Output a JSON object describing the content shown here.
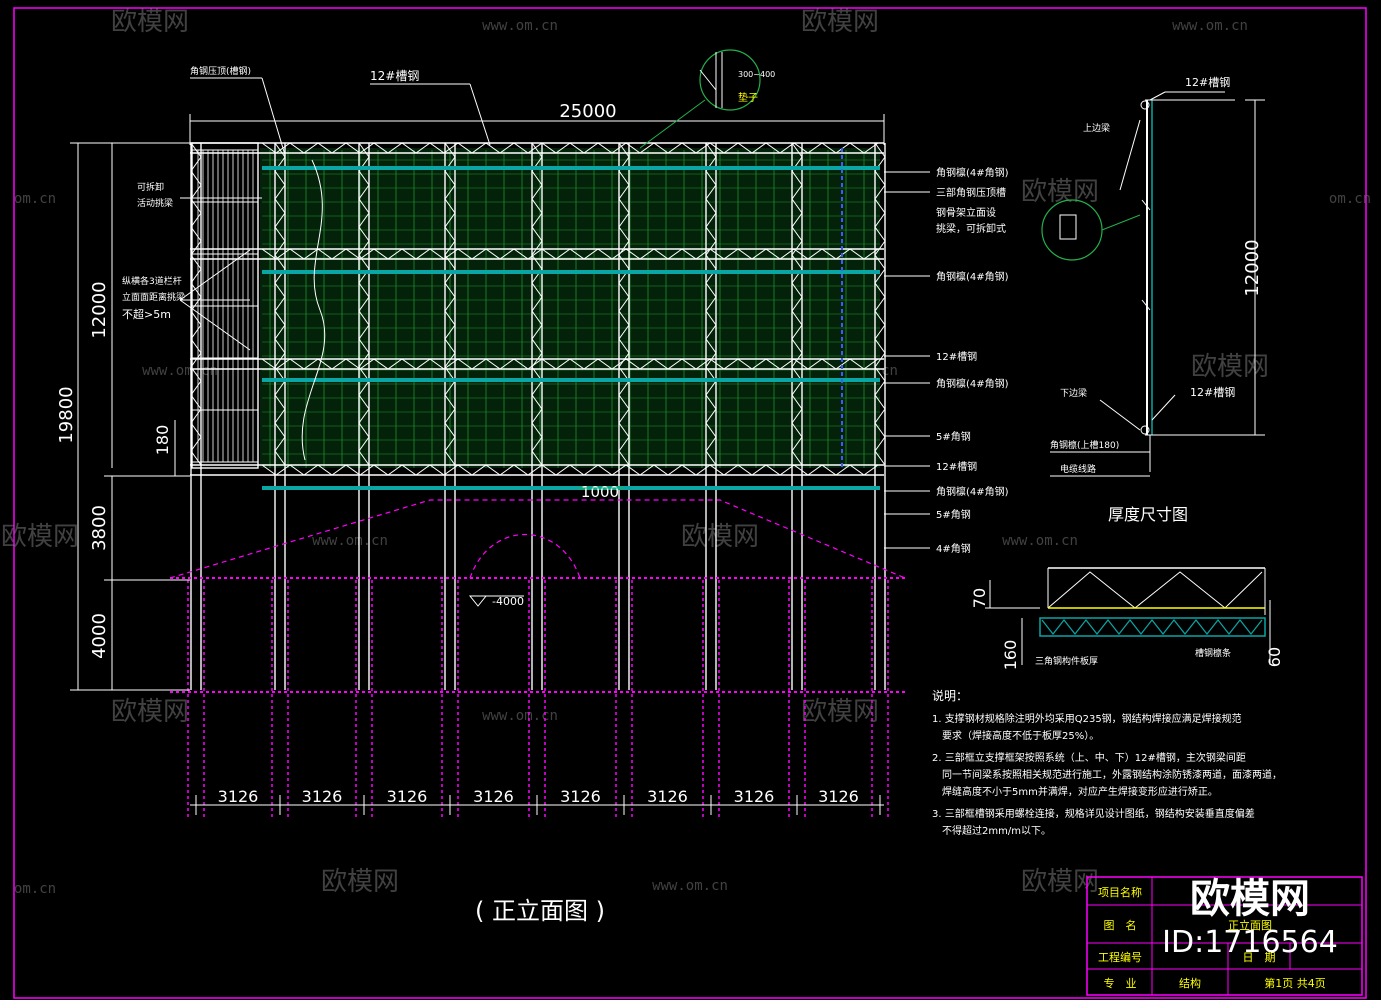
{
  "drawing": {
    "overall_width": "25000",
    "overall_height": "19800",
    "board_height": "12000",
    "dim_180": "180",
    "dim_3800": "3800",
    "dim_4000": "4000",
    "column_spacing": [
      "3126",
      "3126",
      "3126",
      "3126",
      "3126",
      "3126",
      "3126",
      "3126"
    ],
    "mid_dim": "1000",
    "level_mark": "-4000",
    "main_title": "( 正立面图 )",
    "top_beam_label": "12#槽钢",
    "top_left_label": "角钢压顶(槽钢)",
    "circle_detail_labels": [
      "300~400",
      "垫子"
    ],
    "left_notes": [
      "可拆卸",
      "活动挑梁",
      "纵横各3道栏杆",
      "立面面距离挑梁",
      "不超>5m"
    ],
    "right_labels": [
      "角钢檩(4#角钢)",
      "三部角钢压顶槽",
      "钢骨架立面设",
      "挑梁，可拆卸式",
      "角钢檩(4#角钢)",
      "12#槽钢",
      "角钢檩(4#角钢)",
      "5#角钢",
      "12#槽钢",
      "角钢檩(4#角钢)",
      "5#角钢",
      "4#角钢"
    ]
  },
  "side_view": {
    "title": "厚度尺寸图",
    "height_dim": "12000",
    "labels": [
      "12#槽钢",
      "上边梁",
      "下边梁",
      "12#槽钢",
      "角钢檩(上槽180)",
      "电缆线路"
    ]
  },
  "section_view": {
    "dims": [
      "70",
      "160",
      "60"
    ],
    "labels": [
      "三角钢构件板厚",
      "槽钢檩条"
    ]
  },
  "notes": {
    "heading": "说明：",
    "items": [
      "1. 支撑钢材规格除注明外均采用Q235钢，钢结构焊接应满足焊接规范要求（焊接高度不低于板厚25%）。",
      "2. 三部框立支撑框架按照系统（上、中、下）12#槽钢，主次钢梁间距同一节间梁系按照相关规范进行施工，外露钢结构涂防锈漆两道，面漆两道，焊缝高度不小于5mm并满焊，对应产生焊接变形应进行矫正。",
      "3. 三部框槽钢采用螺栓连接，规格详见设计图纸，钢结构安装垂直度偏差不得超过2mm/m以下。"
    ]
  },
  "title_block": {
    "rows": [
      [
        "项目名称",
        ""
      ],
      [
        "图　名",
        "正立面图"
      ],
      [
        "工程编号",
        "",
        "日　期",
        ""
      ],
      [
        "专　业",
        "结构",
        "第1页 共4页"
      ]
    ]
  },
  "overlay": {
    "brand": "欧模网",
    "id_text": "ID:1716564",
    "domain": "www.om.cn",
    "domain_short": "om.cn"
  },
  "colors": {
    "frame": "#ffffff",
    "teal": "#0aa6a6",
    "green": "#22b14c",
    "yellow": "#ffff00",
    "magenta": "#ff00ff",
    "blue": "#3b5bff",
    "text": "#ffffff"
  }
}
